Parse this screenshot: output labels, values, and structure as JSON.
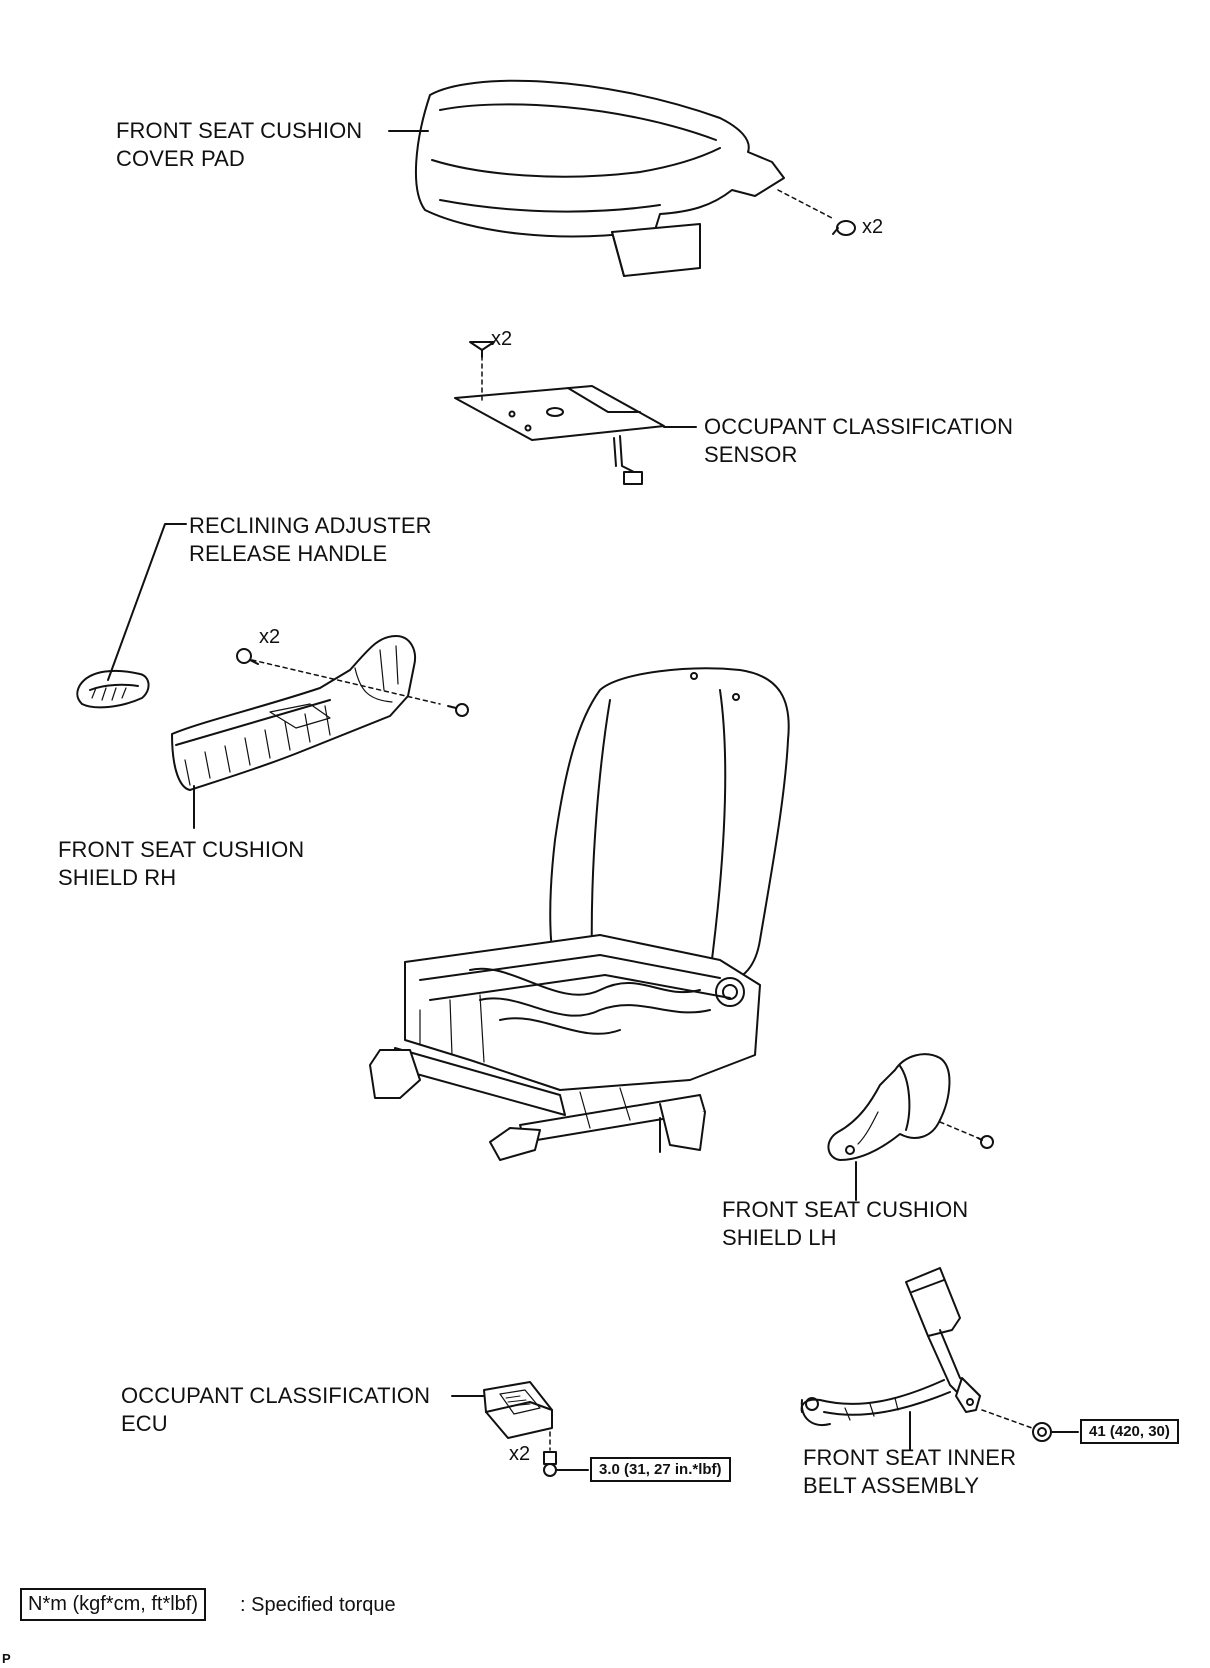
{
  "components": {
    "cushion_cover_pad": {
      "line1": "FRONT SEAT CUSHION",
      "line2": "COVER PAD",
      "qty": "x2"
    },
    "classification_sensor": {
      "line1": "OCCUPANT CLASSIFICATION",
      "line2": "SENSOR",
      "qty": "x2"
    },
    "release_handle": {
      "line1": "RECLINING ADJUSTER",
      "line2": "RELEASE HANDLE"
    },
    "shield_rh": {
      "line1": "FRONT SEAT CUSHION",
      "line2": "SHIELD RH",
      "qty": "x2"
    },
    "shield_lh": {
      "line1": "FRONT SEAT CUSHION",
      "line2": "SHIELD LH"
    },
    "classification_ecu": {
      "line1": "OCCUPANT CLASSIFICATION",
      "line2": "ECU",
      "qty": "x2",
      "torque": "3.0 (31, 27 in.*lbf)"
    },
    "inner_belt": {
      "line1": "FRONT SEAT INNER",
      "line2": "BELT ASSEMBLY",
      "torque": "41 (420, 30)"
    }
  },
  "legend": {
    "box": "N*m (kgf*cm, ft*lbf)",
    "text": ": Specified torque"
  },
  "footer": {
    "code": "P"
  }
}
